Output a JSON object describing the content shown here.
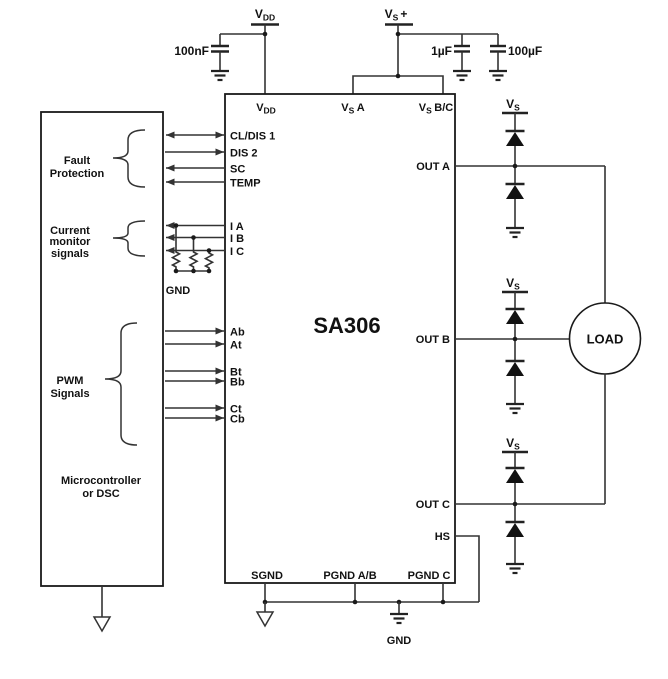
{
  "supplies": {
    "vdd": {
      "base": "V",
      "sub": "DD"
    },
    "vs_plus": {
      "base": "V",
      "sub": "S",
      "suffix": "+"
    },
    "vs_a_rail": {
      "base": "V",
      "sub": "S"
    },
    "vs_b_rail": {
      "base": "V",
      "sub": "S"
    },
    "vs_c_rail": {
      "base": "V",
      "sub": "S"
    }
  },
  "capacitors": {
    "c_vdd": "100nF",
    "c_vs_small": "1µF",
    "c_vs_bulk": "100µF"
  },
  "mcu": {
    "line1": "Microcontroller",
    "line2": "or DSC"
  },
  "signal_groups": {
    "fault": {
      "line1": "Fault",
      "line2": "Protection"
    },
    "current": {
      "line1": "Current",
      "line2": "monitor",
      "line3": "signals"
    },
    "pwm": {
      "line1": "PWM",
      "line2": "Signals"
    }
  },
  "chip": {
    "name": "SA306",
    "top_pins": {
      "vdd": {
        "base": "V",
        "sub": "DD"
      },
      "vs_a": {
        "base": "V",
        "sub": "S",
        "suffix": "A"
      },
      "vs_bc": {
        "base": "V",
        "sub": "S",
        "suffix": "B/C"
      }
    },
    "left_pins": {
      "cl_dis1": "CL/DIS 1",
      "dis2": "DIS 2",
      "sc": "SC",
      "temp": "TEMP",
      "i_a": "I A",
      "i_b": "I B",
      "i_c": "I C",
      "ab": "Ab",
      "at": "At",
      "bt": "Bt",
      "bb": "Bb",
      "ct": "Ct",
      "cb": "Cb"
    },
    "right_pins": {
      "out_a": "OUT A",
      "out_b": "OUT B",
      "out_c": "OUT C",
      "hs": "HS"
    },
    "bottom_pins": {
      "sgnd": "SGND",
      "pgnd_ab": "PGND A/B",
      "pgnd_c": "PGND C"
    }
  },
  "grounds": {
    "monitor": "GND",
    "power": "GND"
  },
  "load": {
    "label": "LOAD"
  },
  "colors": {
    "wire": "#333333",
    "ink": "#111111"
  }
}
